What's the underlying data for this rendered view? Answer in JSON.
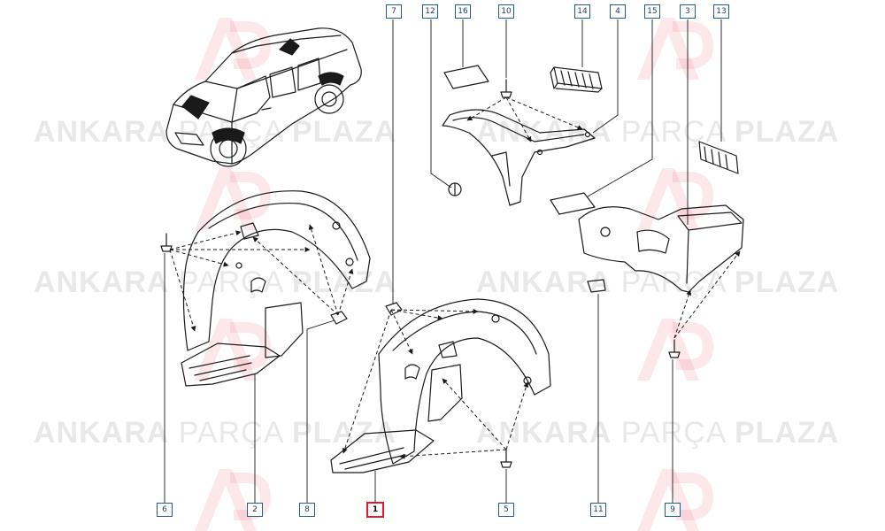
{
  "watermark": {
    "word_strong_1": "ANKARA",
    "word_light": "PARÇA",
    "word_strong_2": "PLAZA",
    "logo_letters": "AP",
    "accent_color": "#e1192d"
  },
  "callouts": [
    {
      "id": "c7",
      "label": "7"
    },
    {
      "id": "c12",
      "label": "12"
    },
    {
      "id": "c16",
      "label": "16"
    },
    {
      "id": "c10",
      "label": "10"
    },
    {
      "id": "c14",
      "label": "14"
    },
    {
      "id": "c4",
      "label": "4"
    },
    {
      "id": "c15",
      "label": "15"
    },
    {
      "id": "c3",
      "label": "3"
    },
    {
      "id": "c13",
      "label": "13"
    },
    {
      "id": "c6",
      "label": "6"
    },
    {
      "id": "c2",
      "label": "2"
    },
    {
      "id": "c8",
      "label": "8"
    },
    {
      "id": "c1",
      "label": "1",
      "highlighted": true
    },
    {
      "id": "c5",
      "label": "5"
    },
    {
      "id": "c11",
      "label": "11"
    },
    {
      "id": "c9",
      "label": "9"
    }
  ],
  "colors": {
    "line": "#1a1a1a",
    "callout_border": "#1f5f8b",
    "highlight": "#e1192d"
  }
}
